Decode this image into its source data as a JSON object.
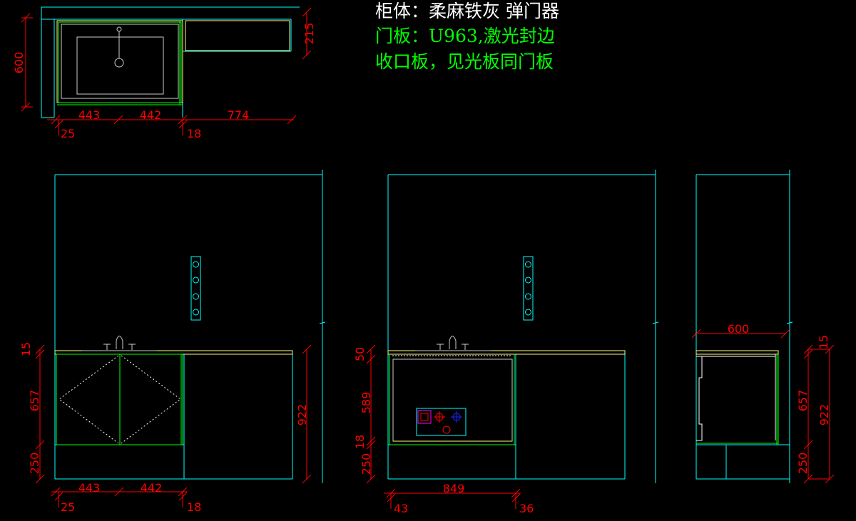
{
  "notes": {
    "line1": "柜体：柔麻铁灰 弹门器",
    "line2": "门板：U963,激光封边",
    "line3": "收口板，见光板同门板"
  },
  "dims": {
    "plan": {
      "depth": "600",
      "counter_depth": "215",
      "w1": "443",
      "w2": "442",
      "w3": "774",
      "off_left": "25",
      "off_mid": "18"
    },
    "front": {
      "top": "15",
      "door": "657",
      "base": "250",
      "total": "922",
      "w1": "443",
      "w2": "442",
      "off_left": "25",
      "off_mid": "18"
    },
    "middle": {
      "h1": "50",
      "h2": "589",
      "h3": "18",
      "h4": "250",
      "width": "849",
      "off_left": "43",
      "off_right": "36"
    },
    "side": {
      "width": "600",
      "top": "15",
      "door": "657",
      "total": "922",
      "base": "250"
    }
  },
  "colors": {
    "cyan": "#00FFFF",
    "red": "#FF0000",
    "green": "#00FF00",
    "yellow": "#FFFF80",
    "white": "#FFFFFF",
    "gray": "#AAAAAA",
    "blue": "#2020FF",
    "magenta": "#FF00FF"
  }
}
